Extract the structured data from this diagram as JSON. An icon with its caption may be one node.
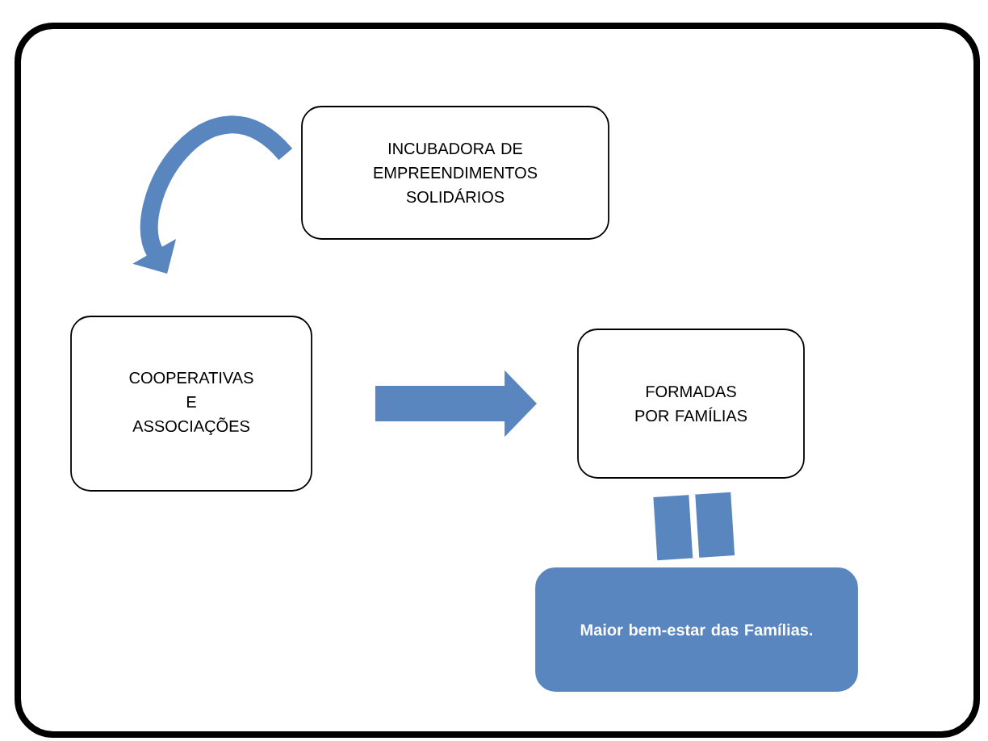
{
  "diagram": {
    "nodes": [
      {
        "text": [
          "INCUBADORA DE EMPREENDIMENTOS SOLIDÁRIOS"
        ]
      },
      {
        "text": [
          "COOPERATIVAS E ASSOCIAÇÕES"
        ]
      },
      {
        "text": [
          "FORMADAS POR FAMÍLIAS"
        ]
      },
      {
        "text": [
          "Maior bem-estar das Famílias."
        ]
      }
    ],
    "edges": [
      {
        "from": 0,
        "to": 1,
        "arrow": "to"
      },
      {
        "from": 1,
        "to": 2,
        "arrow": "to"
      },
      {
        "from": 2,
        "to": 3,
        "arrow": "none",
        "style": "thick"
      }
    ]
  }
}
